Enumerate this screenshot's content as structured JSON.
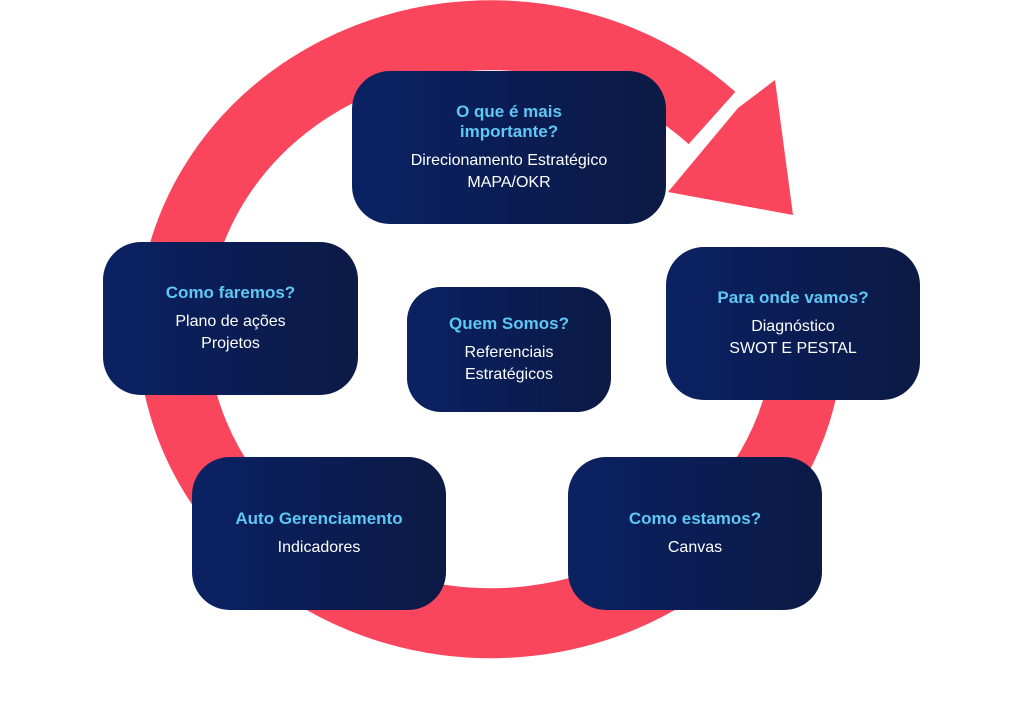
{
  "colors": {
    "cycle_arrow": "#f9465d",
    "box_background": "#0a1e57",
    "heading_text": "#5ec8f5",
    "body_text": "#ffffff"
  },
  "nodes": {
    "top": {
      "heading": "O que é mais importante?",
      "lines": [
        "Direcionamento Estratégico",
        "MAPA/OKR"
      ]
    },
    "left": {
      "heading": "Como faremos?",
      "lines": [
        "Plano de ações",
        "Projetos"
      ]
    },
    "center": {
      "heading": "Quem Somos?",
      "lines": [
        "Referenciais",
        "Estratégicos"
      ]
    },
    "right": {
      "heading": "Para onde vamos?",
      "lines": [
        "Diagnóstico",
        "SWOT E PESTAL"
      ]
    },
    "bottom_left": {
      "heading": "Auto Gerenciamento",
      "lines": [
        "Indicadores"
      ]
    },
    "bottom_right": {
      "heading": "Como estamos?",
      "lines": [
        "Canvas"
      ]
    }
  }
}
